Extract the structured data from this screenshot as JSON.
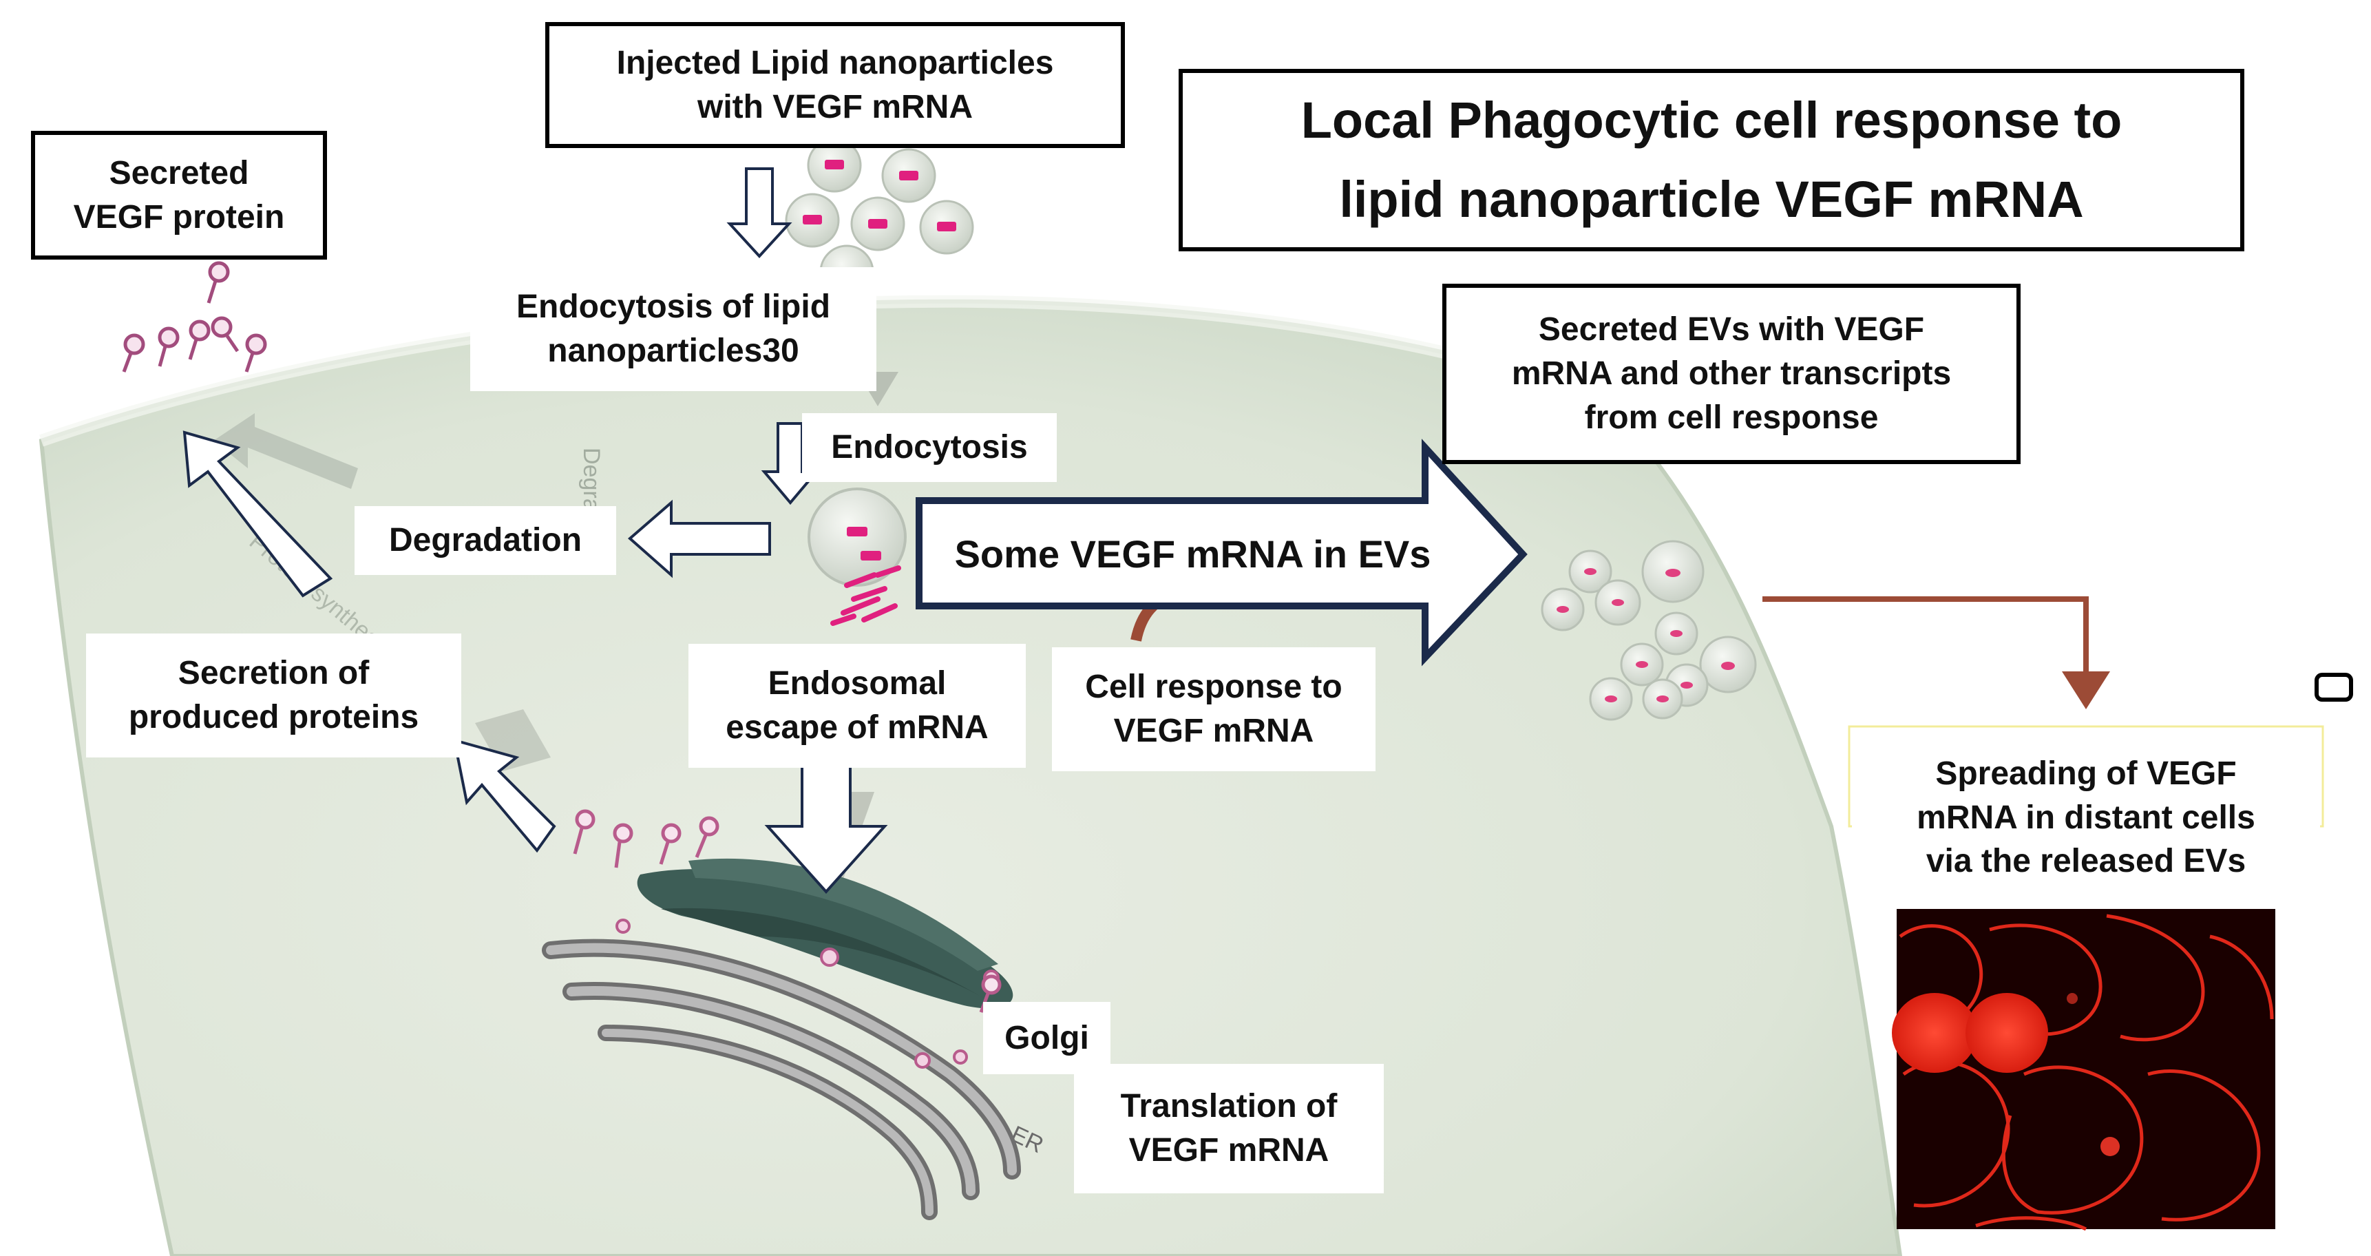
{
  "diagram": {
    "title": "Local Phagocytic cell response to\nlipid nanoparticle VEGF mRNA",
    "labels": {
      "injected": "Injected Lipid nanoparticles\nwith VEGF mRNA",
      "secreted_protein": "Secreted\nVEGF protein",
      "endocytosis_lipid": "Endocytosis of lipid\nnanoparticles30",
      "endocytosis": "Endocytosis",
      "degradation": "Degradation",
      "secretion_produced": "Secretion of\nproduced proteins",
      "endosomal_escape": "Endosomal\nescape of mRNA",
      "cell_response": "Cell response to\nVEGF mRNA",
      "some_vegf_evs": "Some VEGF mRNA in EVs",
      "secreted_evs": "Secreted EVs with VEGF\nmRNA and other transcripts\nfrom cell response",
      "spreading": "Spreading of VEGF\nmRNA in distant cells\nvia the released EVs",
      "golgi": "Golgi",
      "translation": "Translation of\nVEGF mRNA"
    },
    "faint_background_labels": [
      "Degradation",
      "Protein\nsynthesis",
      "ER"
    ],
    "colors": {
      "cell_fill": "#dfe6da",
      "arrow_outline": "#1b2a4a",
      "vesicle_cargo": "#e0207f",
      "golgi": "#3d5d56",
      "er": "#8e8e8e",
      "ev_arrow": "#9c4b36",
      "micrograph_bg": "#1a0000",
      "micrograph_cell": "#ff3a2a"
    }
  }
}
